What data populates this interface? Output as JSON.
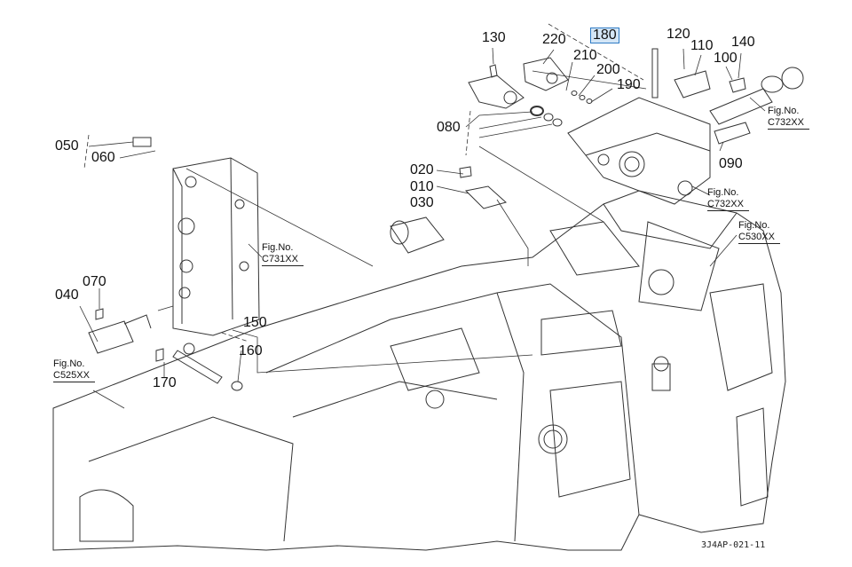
{
  "diagram": {
    "type": "exploded parts diagram",
    "selected_part": "180",
    "part_labels": [
      {
        "id": "p130",
        "text": "130"
      },
      {
        "id": "p220",
        "text": "220"
      },
      {
        "id": "p180",
        "text": "180"
      },
      {
        "id": "p210",
        "text": "210"
      },
      {
        "id": "p200",
        "text": "200"
      },
      {
        "id": "p190",
        "text": "190"
      },
      {
        "id": "p120",
        "text": "120"
      },
      {
        "id": "p110",
        "text": "110"
      },
      {
        "id": "p140",
        "text": "140"
      },
      {
        "id": "p100",
        "text": "100"
      },
      {
        "id": "p080",
        "text": "080"
      },
      {
        "id": "p090",
        "text": "090"
      },
      {
        "id": "p050",
        "text": "050"
      },
      {
        "id": "p060",
        "text": "060"
      },
      {
        "id": "p020",
        "text": "020"
      },
      {
        "id": "p010",
        "text": "010"
      },
      {
        "id": "p030",
        "text": "030"
      },
      {
        "id": "p070",
        "text": "070"
      },
      {
        "id": "p040",
        "text": "040"
      },
      {
        "id": "p150",
        "text": "150"
      },
      {
        "id": "p160",
        "text": "160"
      },
      {
        "id": "p170",
        "text": "170"
      }
    ],
    "figure_refs": [
      {
        "id": "f732a",
        "line1": "Fig.No.",
        "line2": "C732XX"
      },
      {
        "id": "f732b",
        "line1": "Fig.No.",
        "line2": "C732XX"
      },
      {
        "id": "f530",
        "line1": "Fig.No.",
        "line2": "C530XX"
      },
      {
        "id": "f731",
        "line1": "Fig.No.",
        "line2": "C731XX"
      },
      {
        "id": "f525",
        "line1": "Fig.No.",
        "line2": "C525XX"
      }
    ],
    "drawing_code": "3J4AP-021-11"
  }
}
